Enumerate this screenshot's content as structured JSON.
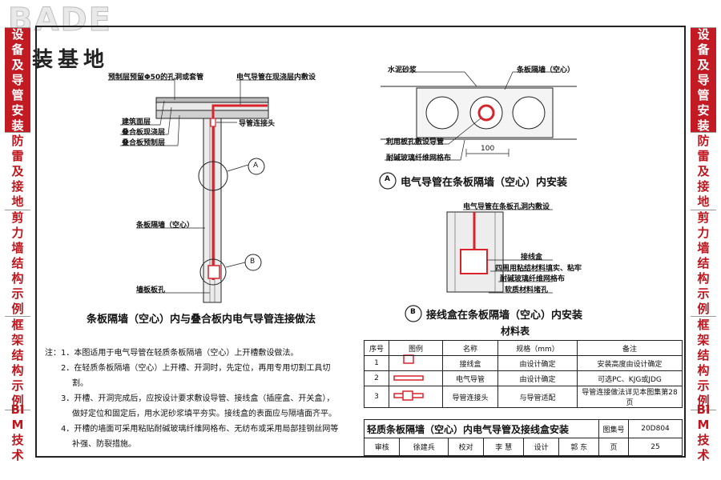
{
  "logo": {
    "en": "BADE",
    "cn": "建装基地"
  },
  "left_tabs": [
    {
      "label": "设备及导管安装",
      "active": true
    },
    {
      "label": "防雷及接地",
      "active": false
    },
    {
      "label": "剪力墙结构示例",
      "active": false
    },
    {
      "label": "框架结构示例",
      "active": false
    },
    {
      "label": "BIM技术",
      "active": false
    }
  ],
  "right_tabs": [
    {
      "label": "设备及导管安装",
      "active": true
    },
    {
      "label": "防雷及接地",
      "active": false
    },
    {
      "label": "剪力墙结构示例",
      "active": false
    },
    {
      "label": "框架结构示例",
      "active": false
    },
    {
      "label": "BIM技术",
      "active": false
    }
  ],
  "left_diagram": {
    "labels": {
      "hole": "预制层预留Φ50的孔洞或套管",
      "conduit_cast": "电气导管在现浇层内敷设",
      "finish_layer": "建筑面层",
      "cast_layer": "叠合板现浇层",
      "precast_layer": "叠合板预制层",
      "connector": "导管连接头",
      "wall": "条板隔墙（空心）",
      "wall_hole": "墙板板孔",
      "callout_a": "A",
      "callout_b": "B"
    },
    "caption": "条板隔墙（空心）内与叠合板内电气导管连接做法"
  },
  "diagram_a": {
    "labels": {
      "mortar": "水泥砂浆",
      "panel": "条板隔墙（空心）",
      "use_hole": "利用板孔敷设导管",
      "mesh": "耐碱玻璃纤维网格布",
      "dim": "100"
    },
    "badge": "A",
    "caption": "电气导管在条板隔墙（空心）内安装"
  },
  "diagram_b": {
    "labels": {
      "top": "电气导管在条板孔洞内敷设",
      "box": "接线盒",
      "fill": "四周用粘结材料填实、粘牢",
      "mesh": "耐碱玻璃纤维网格布",
      "plug": "软质材料堵孔"
    },
    "badge": "B",
    "caption": "接线盒在条板隔墙（空心）内安装"
  },
  "material_table": {
    "title": "材料表",
    "headers": [
      "序号",
      "图例",
      "名称",
      "规格（mm）",
      "备注"
    ],
    "rows": [
      {
        "no": "1",
        "name": "接线盒",
        "spec": "由设计确定",
        "note": "安装高度由设计确定"
      },
      {
        "no": "2",
        "name": "电气导管",
        "spec": "由设计确定",
        "note": "可选PC、KJG或JDG"
      },
      {
        "no": "3",
        "name": "导管连接头",
        "spec": "与导管适配",
        "note": "导管连接做法详见本图集第28页"
      }
    ]
  },
  "notes": [
    "注：1．本图适用于电气导管在轻质条板隔墙（空心）上开槽敷设做法。",
    "2．在轻质条板隔墙（空心）上开槽、开洞时，先定位，再用专用切割工具切",
    "割。",
    "3．开槽、开洞完成后，应按设计要求敷设导管、接线盒（插座盒、开关盒），",
    "做好定位和固定后，用水泥砂浆填平夯实。接线盒的表面应与隔墙面齐平。",
    "4．开槽的墙面可采用粘贴耐碱玻璃纤维网格布、无纺布或采用局部挂钢丝网等",
    "补强、防裂措施。"
  ],
  "title_block": {
    "title": "轻质条板隔墙（空心）内电气导管及接线盒安装",
    "atlas_label": "图集号",
    "atlas_no": "20D804",
    "review_label": "审核",
    "reviewer": "徐建兵",
    "check_label": "校对",
    "checker": "李 慧",
    "design_label": "设计",
    "designer": "郭 东",
    "page_label": "页",
    "page_no": "25"
  },
  "colors": {
    "accent": "#c21b24",
    "conduit": "#d9232a",
    "line": "#222222"
  }
}
